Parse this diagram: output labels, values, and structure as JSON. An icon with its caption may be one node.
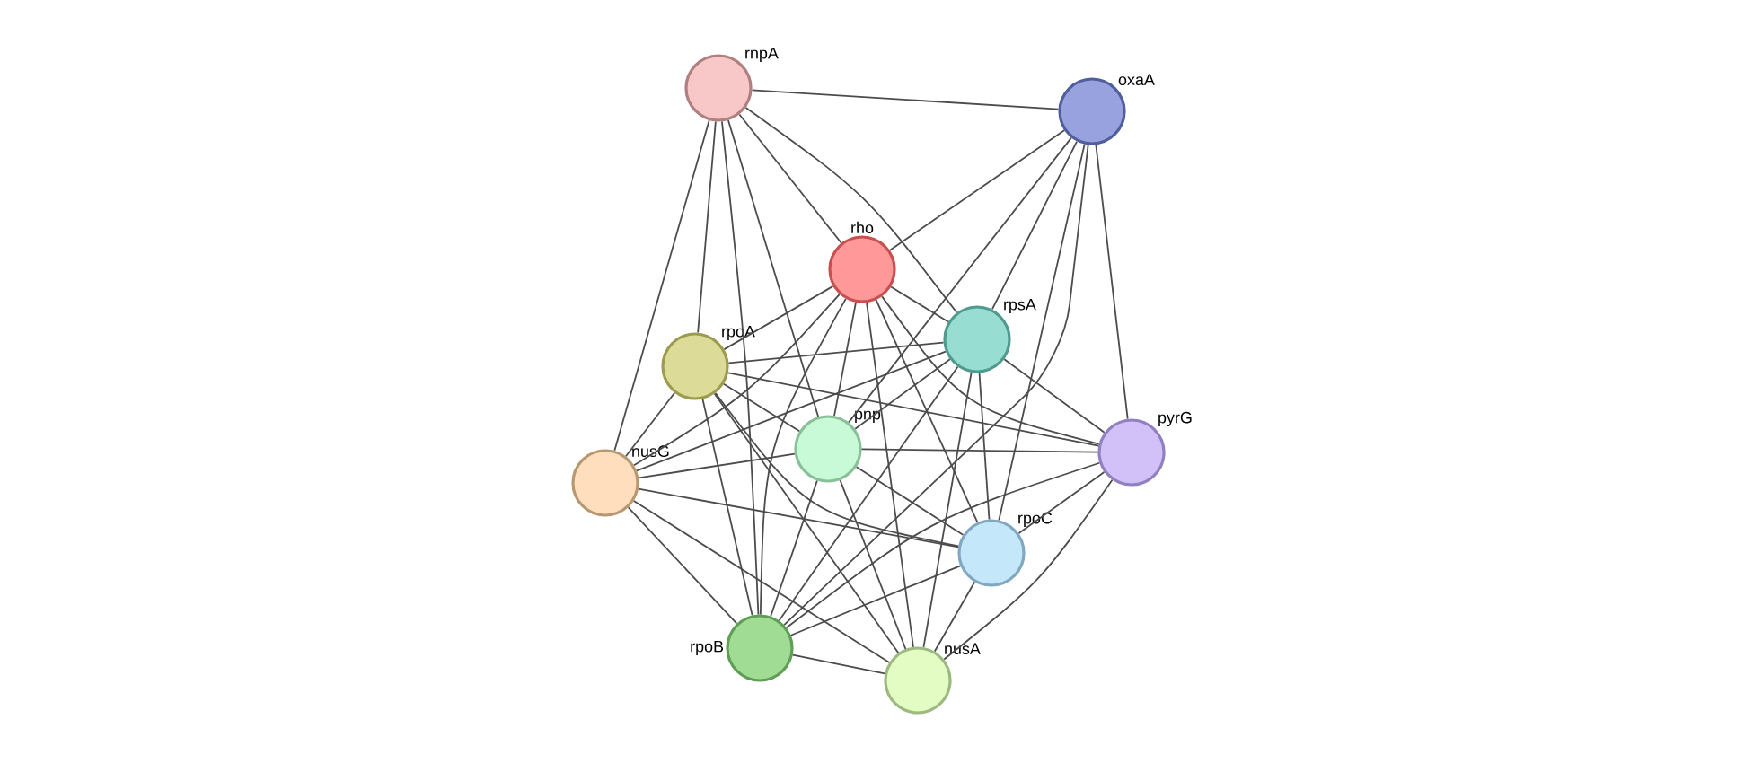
{
  "diagram": {
    "nodes": [
      {
        "text": [
          "rnpA"
        ]
      },
      {
        "text": [
          "oxaA"
        ]
      },
      {
        "text": [
          "rho"
        ]
      },
      {
        "text": [
          "rpsA"
        ]
      },
      {
        "text": [
          "rpoA"
        ]
      },
      {
        "text": [
          "pnp"
        ]
      },
      {
        "text": [
          "pyrG"
        ]
      },
      {
        "text": [
          "nusG"
        ]
      },
      {
        "text": [
          "rpoC"
        ]
      },
      {
        "text": [
          "rpoB"
        ]
      },
      {
        "text": [
          "nusA"
        ]
      }
    ],
    "edges": [
      {
        "from": 0,
        "to": 1,
        "arrow": "none"
      },
      {
        "from": 0,
        "to": 2,
        "arrow": "none"
      },
      {
        "from": 0,
        "to": 3,
        "arrow": "none"
      },
      {
        "from": 0,
        "to": 4,
        "arrow": "none"
      },
      {
        "from": 0,
        "to": 7,
        "arrow": "none"
      },
      {
        "from": 0,
        "to": 5,
        "arrow": "none"
      },
      {
        "from": 0,
        "to": 9,
        "arrow": "none"
      },
      {
        "from": 1,
        "to": 2,
        "arrow": "none"
      },
      {
        "from": 1,
        "to": 3,
        "arrow": "none"
      },
      {
        "from": 1,
        "to": 5,
        "arrow": "none"
      },
      {
        "from": 1,
        "to": 8,
        "arrow": "none"
      },
      {
        "from": 1,
        "to": 6,
        "arrow": "none"
      },
      {
        "from": 1,
        "to": 9,
        "arrow": "none"
      },
      {
        "from": 2,
        "to": 3,
        "arrow": "none"
      },
      {
        "from": 2,
        "to": 4,
        "arrow": "none"
      },
      {
        "from": 2,
        "to": 5,
        "arrow": "none"
      },
      {
        "from": 2,
        "to": 7,
        "arrow": "none"
      },
      {
        "from": 2,
        "to": 8,
        "arrow": "none"
      },
      {
        "from": 2,
        "to": 9,
        "arrow": "none"
      },
      {
        "from": 2,
        "to": 10,
        "arrow": "none"
      },
      {
        "from": 2,
        "to": 6,
        "arrow": "none"
      },
      {
        "from": 3,
        "to": 4,
        "arrow": "none"
      },
      {
        "from": 3,
        "to": 5,
        "arrow": "none"
      },
      {
        "from": 3,
        "to": 7,
        "arrow": "none"
      },
      {
        "from": 3,
        "to": 6,
        "arrow": "none"
      },
      {
        "from": 3,
        "to": 8,
        "arrow": "none"
      },
      {
        "from": 3,
        "to": 9,
        "arrow": "none"
      },
      {
        "from": 3,
        "to": 10,
        "arrow": "none"
      },
      {
        "from": 4,
        "to": 5,
        "arrow": "none"
      },
      {
        "from": 4,
        "to": 7,
        "arrow": "none"
      },
      {
        "from": 4,
        "to": 8,
        "arrow": "none"
      },
      {
        "from": 4,
        "to": 9,
        "arrow": "none"
      },
      {
        "from": 4,
        "to": 10,
        "arrow": "none"
      },
      {
        "from": 4,
        "to": 6,
        "arrow": "none"
      },
      {
        "from": 5,
        "to": 7,
        "arrow": "none"
      },
      {
        "from": 5,
        "to": 6,
        "arrow": "none"
      },
      {
        "from": 5,
        "to": 8,
        "arrow": "none"
      },
      {
        "from": 5,
        "to": 9,
        "arrow": "none"
      },
      {
        "from": 5,
        "to": 10,
        "arrow": "none"
      },
      {
        "from": 7,
        "to": 8,
        "arrow": "none"
      },
      {
        "from": 7,
        "to": 9,
        "arrow": "none"
      },
      {
        "from": 7,
        "to": 10,
        "arrow": "none"
      },
      {
        "from": 6,
        "to": 8,
        "arrow": "none"
      },
      {
        "from": 6,
        "to": 9,
        "arrow": "none"
      },
      {
        "from": 6,
        "to": 10,
        "arrow": "none"
      },
      {
        "from": 8,
        "to": 9,
        "arrow": "none"
      },
      {
        "from": 8,
        "to": 10,
        "arrow": "none"
      },
      {
        "from": 9,
        "to": 10,
        "arrow": "none"
      }
    ]
  }
}
